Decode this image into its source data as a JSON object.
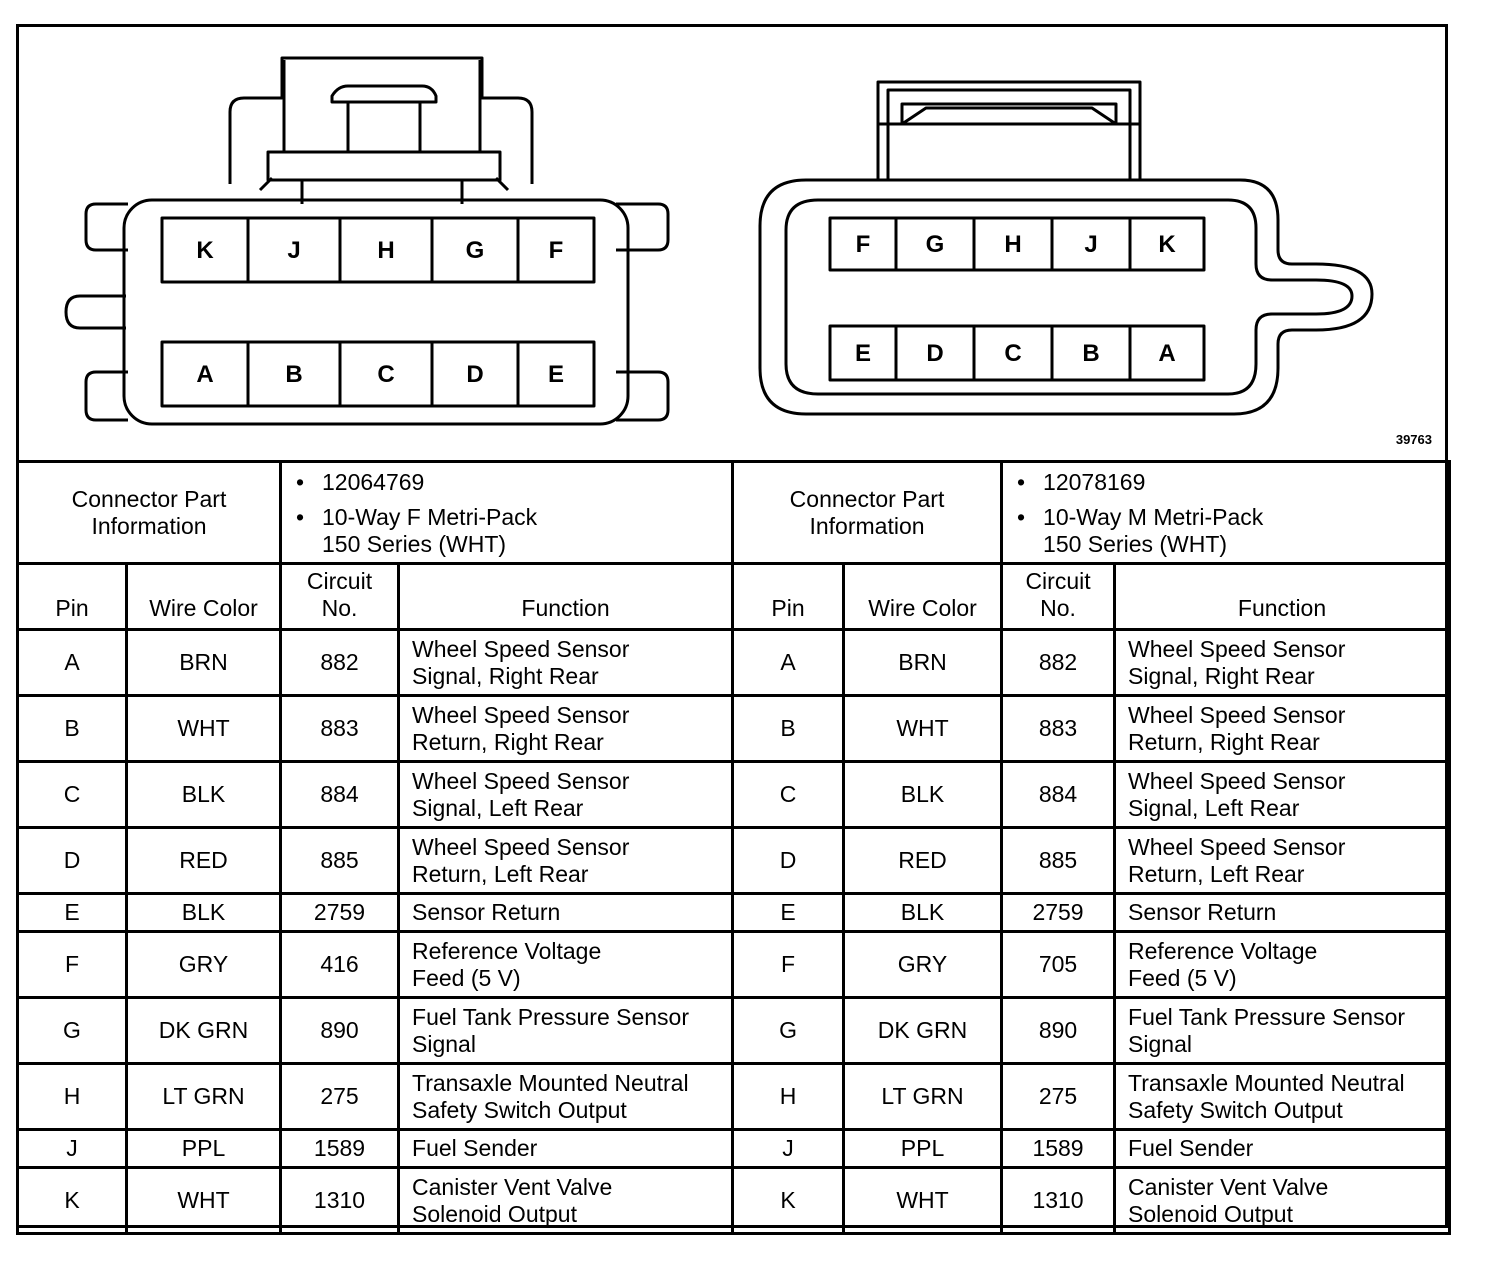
{
  "figure": {
    "id": "39763",
    "female_connector": {
      "top_row": [
        "K",
        "J",
        "H",
        "G",
        "F"
      ],
      "bottom_row": [
        "A",
        "B",
        "C",
        "D",
        "E"
      ]
    },
    "male_connector": {
      "top_row": [
        "F",
        "G",
        "H",
        "J",
        "K"
      ],
      "bottom_row": [
        "E",
        "D",
        "C",
        "B",
        "A"
      ]
    }
  },
  "left": {
    "info_title_1": "Connector Part",
    "info_title_2": "Information",
    "part_number": "12064769",
    "description_1": "10-Way F Metri-Pack",
    "description_2": "150 Series (WHT)"
  },
  "right": {
    "info_title_1": "Connector Part",
    "info_title_2": "Information",
    "part_number": "12078169",
    "description_1": "10-Way M Metri-Pack",
    "description_2": "150 Series (WHT)"
  },
  "headers": {
    "pin": "Pin",
    "wire_color": "Wire Color",
    "circuit_1": "Circuit",
    "circuit_2": "No.",
    "function": "Function"
  },
  "rows": [
    {
      "pin": "A",
      "wire": "BRN",
      "left_circuit": "882",
      "right_circuit": "882",
      "func_1": "Wheel Speed Sensor",
      "func_2": "Signal, Right Rear",
      "right_func_1": "Wheel Speed Sensor",
      "right_func_2": "Signal, Right Rear"
    },
    {
      "pin": "B",
      "wire": "WHT",
      "left_circuit": "883",
      "right_circuit": "883",
      "func_1": "Wheel Speed Sensor",
      "func_2": "Return, Right Rear",
      "right_func_1": "Wheel Speed Sensor",
      "right_func_2": "Return, Right Rear"
    },
    {
      "pin": "C",
      "wire": "BLK",
      "left_circuit": "884",
      "right_circuit": "884",
      "func_1": "Wheel Speed Sensor",
      "func_2": "Signal, Left Rear",
      "right_func_1": "Wheel Speed Sensor",
      "right_func_2": "Signal, Left Rear"
    },
    {
      "pin": "D",
      "wire": "RED",
      "left_circuit": "885",
      "right_circuit": "885",
      "func_1": "Wheel Speed Sensor",
      "func_2": "Return, Left Rear",
      "right_func_1": "Wheel Speed Sensor",
      "right_func_2": "Return, Left Rear"
    },
    {
      "pin": "E",
      "wire": "BLK",
      "left_circuit": "2759",
      "right_circuit": "2759",
      "func_1": "Sensor Return",
      "func_2": "",
      "right_func_1": "Sensor Return",
      "right_func_2": ""
    },
    {
      "pin": "F",
      "wire": "GRY",
      "left_circuit": "416",
      "right_circuit": "705",
      "func_1": "Reference Voltage",
      "func_2": "Feed (5 V)",
      "right_func_1": "Reference Voltage",
      "right_func_2": "Feed (5 V)"
    },
    {
      "pin": "G",
      "wire": "DK GRN",
      "left_circuit": "890",
      "right_circuit": "890",
      "func_1": "Fuel Tank Pressure Sensor",
      "func_2": "Signal",
      "right_func_1": "Fuel Tank Pressure Sensor",
      "right_func_2": "Signal"
    },
    {
      "pin": "H",
      "wire": "LT GRN",
      "left_circuit": "275",
      "right_circuit": "275",
      "func_1": "Transaxle Mounted Neutral",
      "func_2": "Safety Switch Output",
      "right_func_1": "Transaxle Mounted Neutral",
      "right_func_2": "Safety Switch Output"
    },
    {
      "pin": "J",
      "wire": "PPL",
      "left_circuit": "1589",
      "right_circuit": "1589",
      "func_1": "Fuel Sender",
      "func_2": "",
      "right_func_1": "Fuel Sender",
      "right_func_2": ""
    },
    {
      "pin": "K",
      "wire": "WHT",
      "left_circuit": "1310",
      "right_circuit": "1310",
      "func_1": "Canister Vent Valve",
      "func_2": "Solenoid Output",
      "right_func_1": "Canister Vent Valve",
      "right_func_2": "Solenoid Output"
    }
  ]
}
